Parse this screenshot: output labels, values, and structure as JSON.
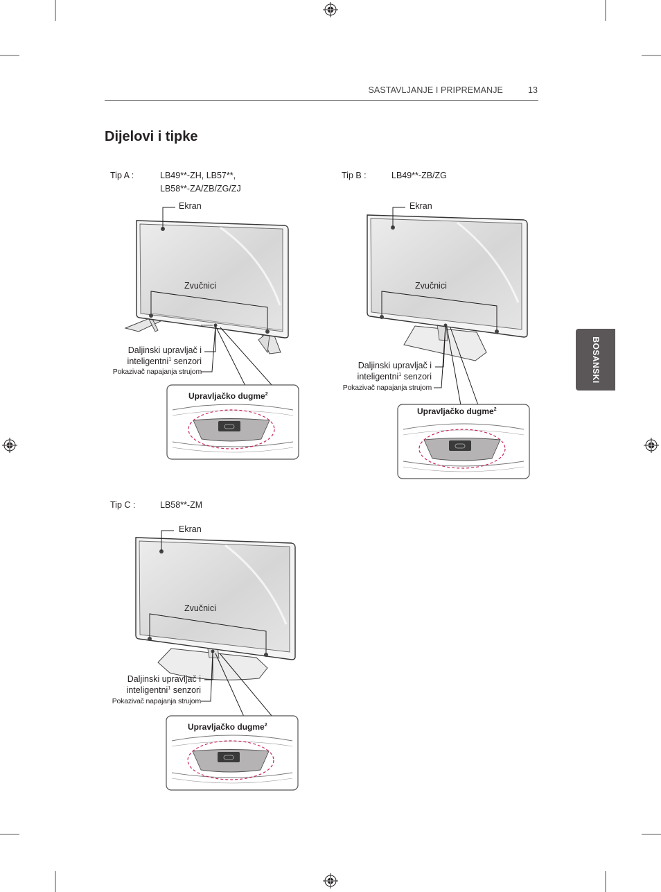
{
  "header": {
    "section": "SASTAVLJANJE I PRIPREMANJE",
    "page_number": "13"
  },
  "title": "Dijelovi i tipke",
  "side_tab": "BOSANSKI",
  "tip_a": {
    "label": "Tip A :",
    "models_line1": "LB49**-ZH, LB57**,",
    "models_line2": "LB58**-ZA/ZB/ZG/ZJ",
    "screen": "Ekran",
    "speakers": "Zvučnici",
    "remote_line1": "Daljinski upravljač i",
    "remote_line2a": "inteligentni",
    "remote_sup": "1",
    "remote_line2b": " senzori",
    "power": "Pokazivač napajanja strujom",
    "button_title": "Upravljačko dugme",
    "button_sup": "2"
  },
  "tip_b": {
    "label": "Tip B :",
    "models_line1": "LB49**-ZB/ZG",
    "screen": "Ekran",
    "speakers": "Zvučnici",
    "remote_line1": "Daljinski upravljač i",
    "remote_line2a": "inteligentni",
    "remote_sup": "1",
    "remote_line2b": " senzori",
    "power": "Pokazivač napajanja strujom",
    "button_title": "Upravljačko dugme",
    "button_sup": "2"
  },
  "tip_c": {
    "label": "Tip C :",
    "models_line1": "LB58**-ZM",
    "screen": "Ekran",
    "speakers": "Zvučnici",
    "remote_line1": "Daljinski upravljač i",
    "remote_line2a": "inteligentni",
    "remote_sup": "1",
    "remote_line2b": " senzori",
    "power": "Pokazivač napajanja strujom",
    "button_title": "Upravljačko dugme",
    "button_sup": "2"
  },
  "colors": {
    "text": "#231f20",
    "tab_bg": "#5b5758",
    "dashed_circle": "#c8245e",
    "panel_grey": "#b5b3b3",
    "button_dark": "#3a3a3a"
  }
}
